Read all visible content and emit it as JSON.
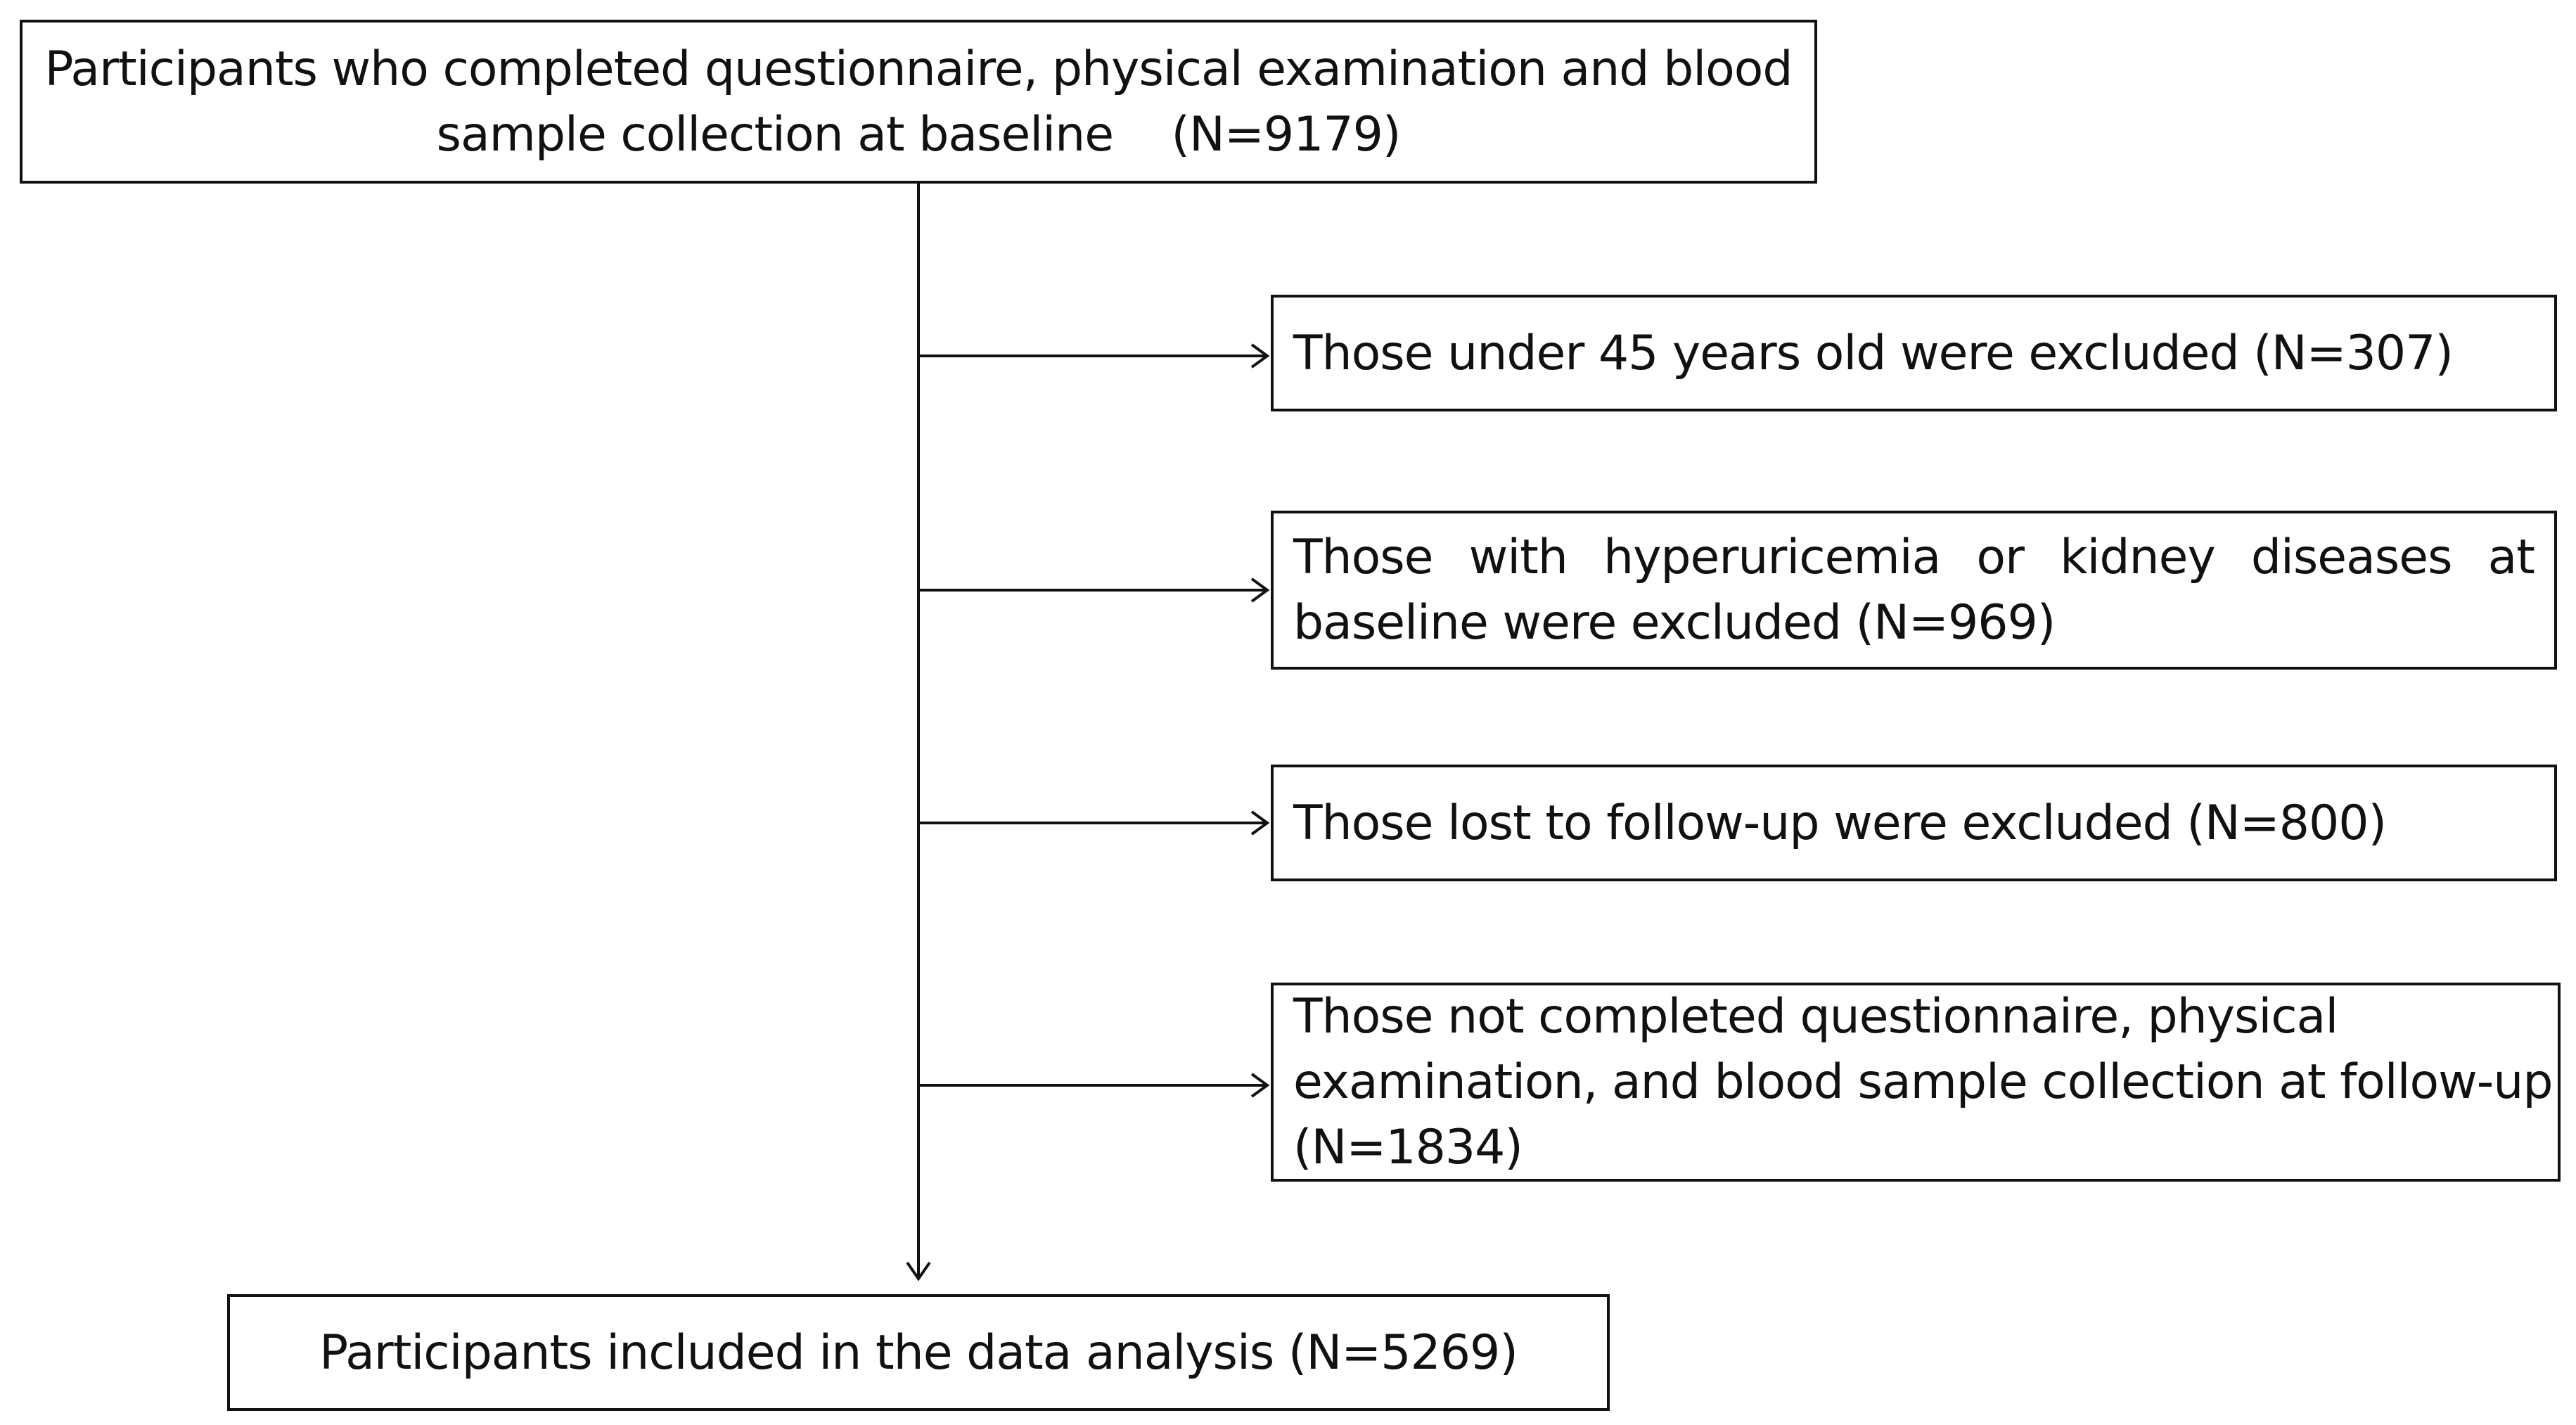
{
  "top_box": {
    "line1": "Participants who completed questionnaire, physical examination and blood",
    "line2": "sample collection at baseline    (N=9179)"
  },
  "exclusions": [
    {
      "lines": [
        "Those under 45 years old were excluded (N=307)"
      ]
    },
    {
      "words_line1": [
        "Those",
        "with",
        "hyperuricemia",
        "or",
        "kidney",
        "diseases",
        "at"
      ],
      "line2": "baseline were excluded (N=969)"
    },
    {
      "lines": [
        "Those lost to follow-up were excluded (N=800)"
      ]
    },
    {
      "lines": [
        "Those not completed questionnaire, physical",
        "examination, and blood sample collection at follow-up",
        "(N=1834)"
      ]
    }
  ],
  "bottom_box": {
    "line1": "Participants included in the data analysis (N=5269)"
  },
  "colors": {
    "stroke": "#111111",
    "background": "#ffffff"
  }
}
